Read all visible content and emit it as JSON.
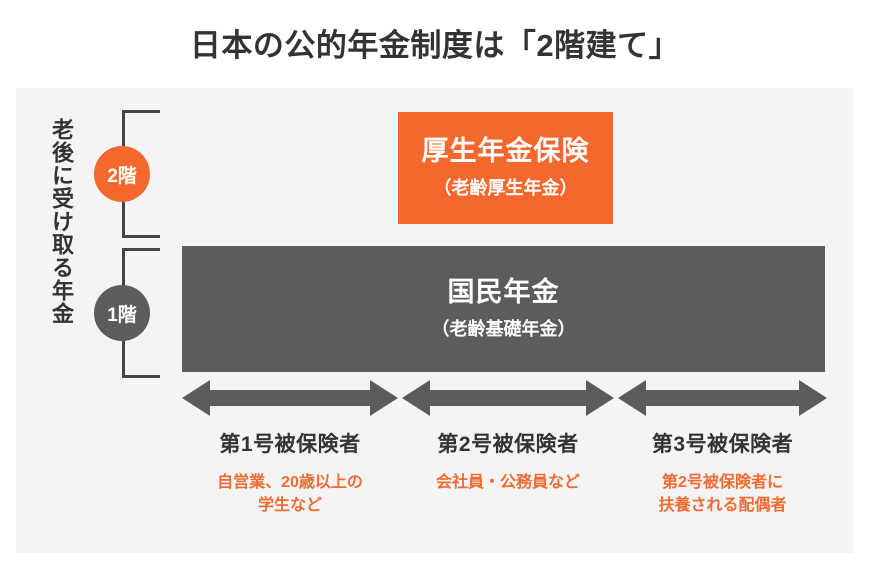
{
  "title": "日本の公的年金制度は「2階建て」",
  "vertical_caption": "老後に受け取る年金",
  "floors": [
    {
      "badge": "2階",
      "color": "#f4682e"
    },
    {
      "badge": "1階",
      "color": "#5c5c5c"
    }
  ],
  "tiers": {
    "tier2": {
      "main_label": "厚生年金保険",
      "sub_label": "（老齢厚生年金）",
      "color": "#f4682e"
    },
    "tier1": {
      "main_label": "国民年金",
      "sub_label": "（老齢基礎年金）",
      "color": "#5c5c5c"
    }
  },
  "arrow_color": "#5c5c5c",
  "categories": [
    {
      "title": "第1号被保険者",
      "desc_line1": "自営業、20歳以上の",
      "desc_line2": "学生など"
    },
    {
      "title": "第2号被保険者",
      "desc_line1": "会社員・公務員など",
      "desc_line2": ""
    },
    {
      "title": "第3号被保険者",
      "desc_line1": "第2号被保険者に",
      "desc_line2": "扶養される配偶者"
    }
  ],
  "colors": {
    "accent_orange": "#f4682e",
    "neutral_gray": "#5c5c5c",
    "panel_bg": "#f4f4f4",
    "text_dark": "#333333",
    "desc_orange": "#ef6c33"
  }
}
